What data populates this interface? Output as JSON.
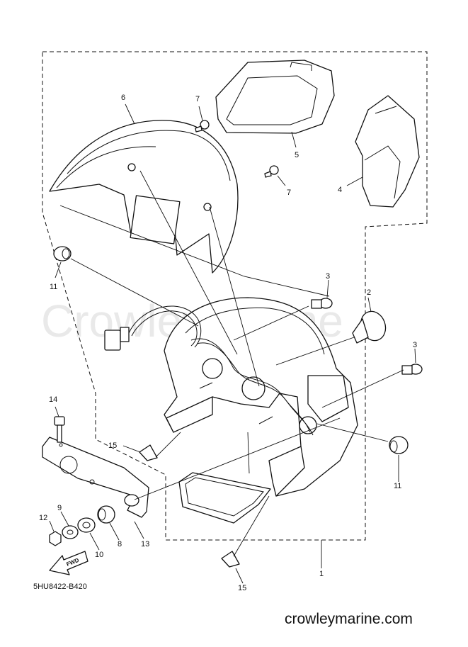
{
  "watermark": "CrowleyMarine",
  "footer": {
    "drawing_code": "5HU8422-B420",
    "website": "crowleymarine.com"
  },
  "direction_arrow": "FWD",
  "callouts": {
    "c1": "1",
    "c2": "2",
    "c3a": "3",
    "c3b": "3",
    "c4": "4",
    "c5": "5",
    "c6": "6",
    "c7a": "7",
    "c7b": "7",
    "c8": "8",
    "c9": "9",
    "c10": "10",
    "c11a": "11",
    "c11b": "11",
    "c12": "12",
    "c13": "13",
    "c14": "14",
    "c15a": "15",
    "c15b": "15"
  }
}
